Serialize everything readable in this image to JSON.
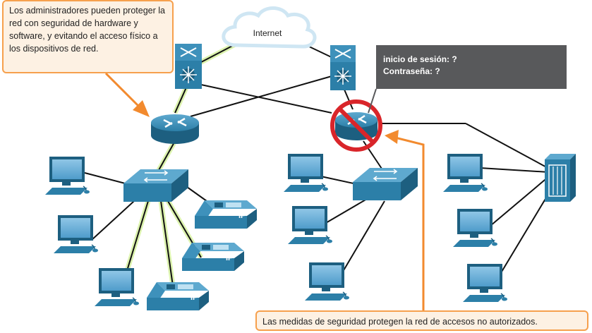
{
  "callouts": {
    "admins": "Los administradores pueden proteger la red con seguridad de hardware y software, y evitando el acceso físico a los dispositivos de red.",
    "measures": "Las medidas de seguridad protegen la red de accesos no autorizados."
  },
  "cloud": {
    "label": "Internet"
  },
  "login_prompt": {
    "user": "inicio de sesión: ?",
    "password": "Contraseña: ?"
  },
  "ip_phone_label": "IP",
  "colors": {
    "device_blue": "#2c7fa8",
    "device_dark": "#1d5f80",
    "callout_border": "#f6a04d",
    "callout_fill": "#fdf1e3",
    "arrow": "#f28a2e",
    "deny_sign": "#d9252a",
    "secure_link_glow": "#d9f2a6",
    "login_box": "#58595b"
  },
  "icons": [
    "router-icon",
    "multilayer-switch-icon",
    "switch-icon",
    "pc-icon",
    "ip-phone-icon",
    "server-icon",
    "cloud-icon",
    "no-access-icon"
  ]
}
